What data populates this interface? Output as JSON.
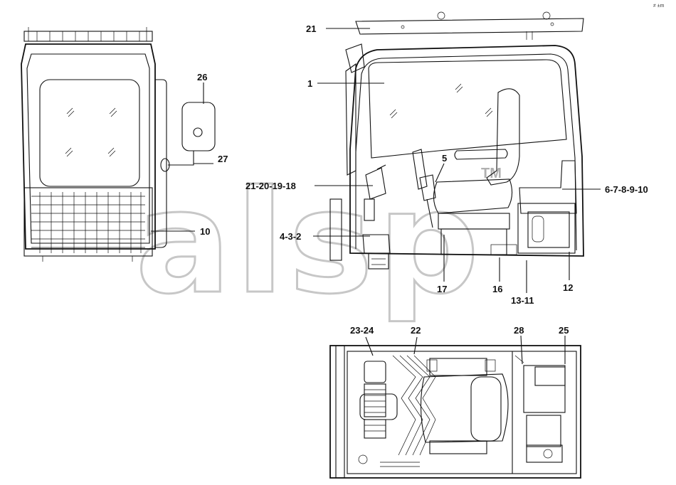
{
  "corner_mark": "≠ ±m",
  "watermark": {
    "text": "alsp",
    "tm": "TM"
  },
  "callouts": {
    "c1": "1",
    "c5": "5",
    "c21": "21",
    "c26": "26",
    "c27": "27",
    "c10": "10",
    "c21_20_19_18": "21-20-19-18",
    "c4_3_2": "4-3-2",
    "c6_7_8_9_10": "6-7-8-9-10",
    "c12": "12",
    "c13_11": "13-11",
    "c16": "16",
    "c17": "17",
    "c23_24": "23-24",
    "c22": "22",
    "c28": "28",
    "c25": "25"
  }
}
